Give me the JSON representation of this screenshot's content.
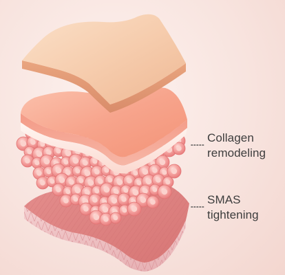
{
  "callouts": {
    "collagen": {
      "line1": "Collagen",
      "line2": "remodeling"
    },
    "smas": {
      "line1": "SMAS",
      "line2": "tightening"
    }
  },
  "colors": {
    "background": "#f8e4df",
    "epidermis": "#f3c4a3",
    "dermis": "#f5a089",
    "collagen_fibers": "#f08c86",
    "smas_muscle": "#d97f80",
    "leader_dots": "#555555",
    "label_text": "#3d3d3d"
  }
}
